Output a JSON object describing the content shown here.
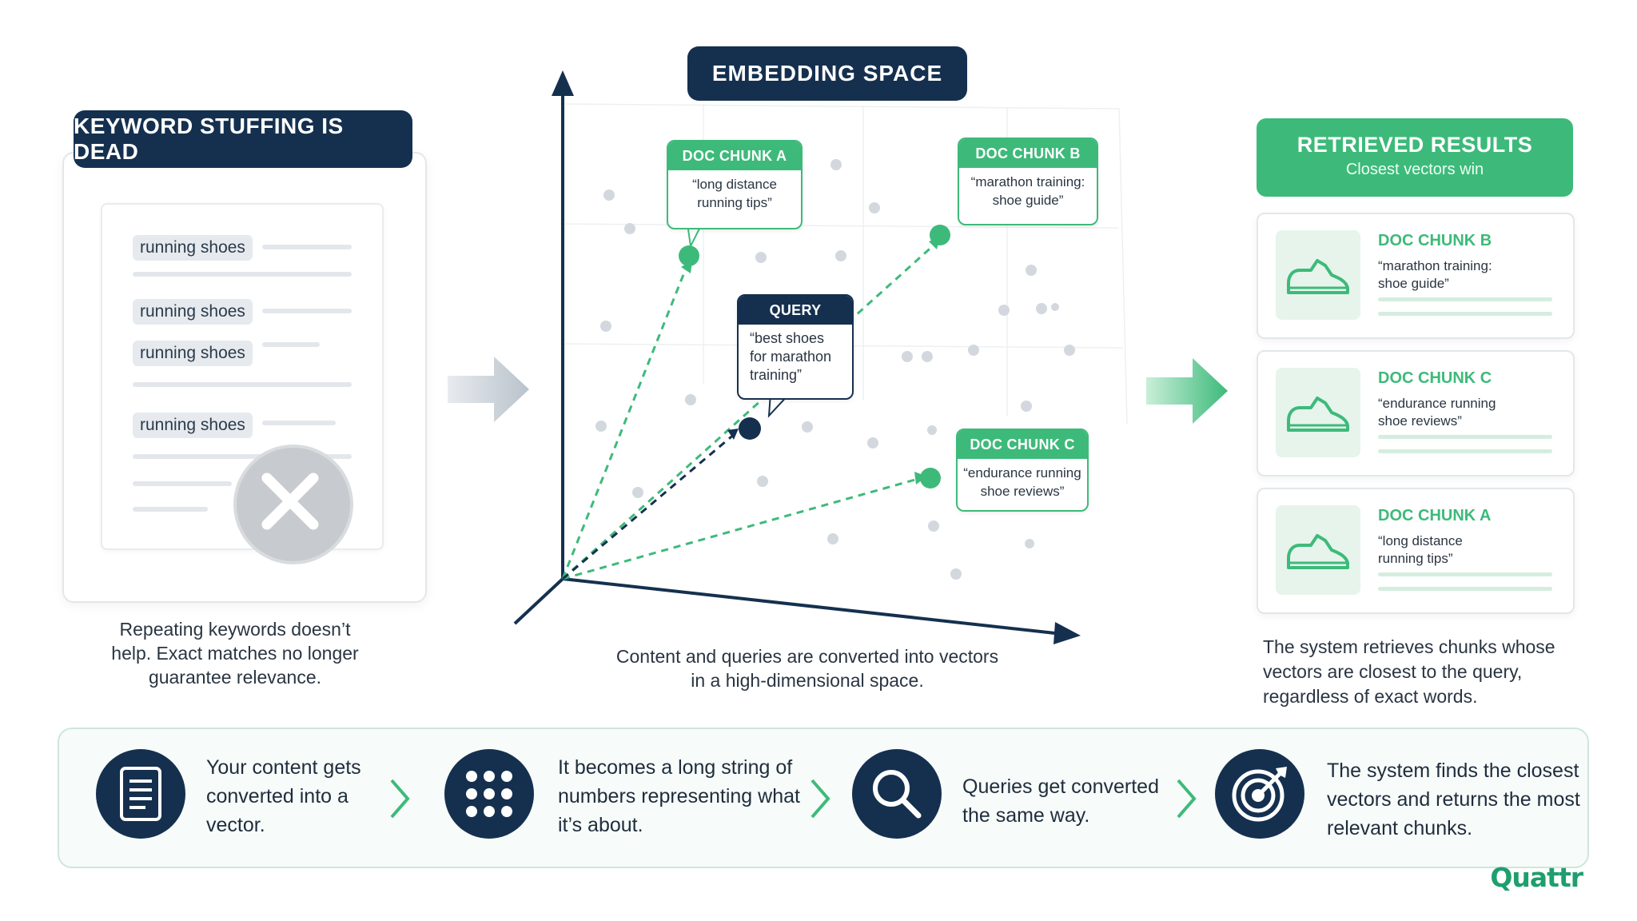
{
  "left": {
    "title": "KEYWORD STUFFING IS DEAD",
    "keyword": "running shoes",
    "caption": [
      "Repeating keywords doesn’t",
      "help. Exact matches no longer",
      "guarantee relevance."
    ]
  },
  "embedding": {
    "title": "EMBEDDING SPACE",
    "caption": [
      "Content and queries are converted into vectors",
      "in a high-dimensional space."
    ],
    "query": {
      "title": "QUERY",
      "text": [
        "“best shoes",
        "for marathon",
        "training”"
      ]
    },
    "chunk_a": {
      "title": "DOC CHUNK A",
      "text": [
        "“long distance",
        "running tips”"
      ]
    },
    "chunk_b": {
      "title": "DOC CHUNK B",
      "text": [
        "“marathon training:",
        "shoe guide”"
      ]
    },
    "chunk_c": {
      "title": "DOC CHUNK C",
      "text": [
        "“endurance running",
        "shoe reviews”"
      ]
    }
  },
  "results": {
    "title": "RETRIEVED RESULTS",
    "subtitle": "Closest vectors win",
    "items": [
      {
        "title": "DOC CHUNK B",
        "text": [
          "“marathon training:",
          "shoe guide”"
        ]
      },
      {
        "title": "DOC CHUNK C",
        "text": [
          "“endurance running",
          "shoe reviews”"
        ]
      },
      {
        "title": "DOC CHUNK A",
        "text": [
          "“long distance",
          "running tips”"
        ]
      }
    ],
    "caption": [
      "The system retrieves chunks whose",
      "vectors are closest to the query,",
      "regardless of exact words."
    ]
  },
  "steps": [
    {
      "icon": "document-icon",
      "text": [
        "Your content gets",
        "converted into a",
        "vector."
      ]
    },
    {
      "icon": "number-grid-icon",
      "text": [
        "It becomes a long string of",
        "numbers representing what",
        "it’s about."
      ]
    },
    {
      "icon": "magnifier-icon",
      "text": [
        "Queries get converted",
        "the same way."
      ]
    },
    {
      "icon": "target-icon",
      "text": [
        "The system finds the closest",
        "vectors and returns the most",
        "relevant chunks."
      ]
    }
  ],
  "brand": {
    "logo": "Quattr"
  },
  "colors": {
    "navy": "#15304f",
    "green": "#3dba7a",
    "light_green": "#e6f4ec"
  }
}
